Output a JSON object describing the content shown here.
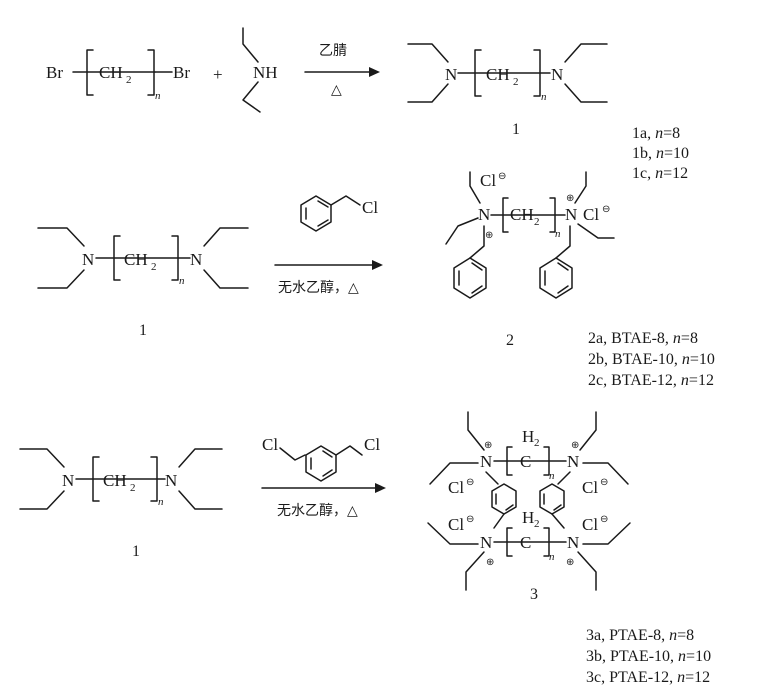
{
  "reaction1": {
    "br": "Br",
    "ch2": "CH",
    "ch2_sub": "2",
    "n_sub": "n",
    "plus": "+",
    "nh": "NH",
    "n": "N",
    "solvent": "乙腈",
    "heat": "△",
    "product_number": "1",
    "variants": [
      {
        "id": "1a,",
        "n_label": "n",
        "eq": "=8"
      },
      {
        "id": "1b,",
        "n_label": "n",
        "eq": "=10"
      },
      {
        "id": "1c,",
        "n_label": "n",
        "eq": "=12"
      }
    ]
  },
  "reaction2": {
    "start_number": "1",
    "n": "N",
    "cl": "Cl",
    "cl_ion": "Cl",
    "charge_minus": "⊖",
    "charge_plus": "⊕",
    "conditions": "无水乙醇，△",
    "product_number": "2",
    "variants": [
      {
        "id": "2a, BTAE-8,",
        "n_label": "n",
        "eq": "=8"
      },
      {
        "id": "2b, BTAE-10,",
        "n_label": "n",
        "eq": "=10"
      },
      {
        "id": "2c, BTAE-12,",
        "n_label": "n",
        "eq": "=12"
      }
    ]
  },
  "reaction3": {
    "start_number": "1",
    "cl": "Cl",
    "c": "C",
    "h2": "H",
    "h2_sub": "2",
    "conditions": "无水乙醇，△",
    "product_number": "3",
    "variants": [
      {
        "id": "3a, PTAE-8,",
        "n_label": "n",
        "eq": "=8"
      },
      {
        "id": "3b, PTAE-10,",
        "n_label": "n",
        "eq": "=10"
      },
      {
        "id": "3c, PTAE-12,",
        "n_label": "n",
        "eq": "=12"
      }
    ]
  }
}
